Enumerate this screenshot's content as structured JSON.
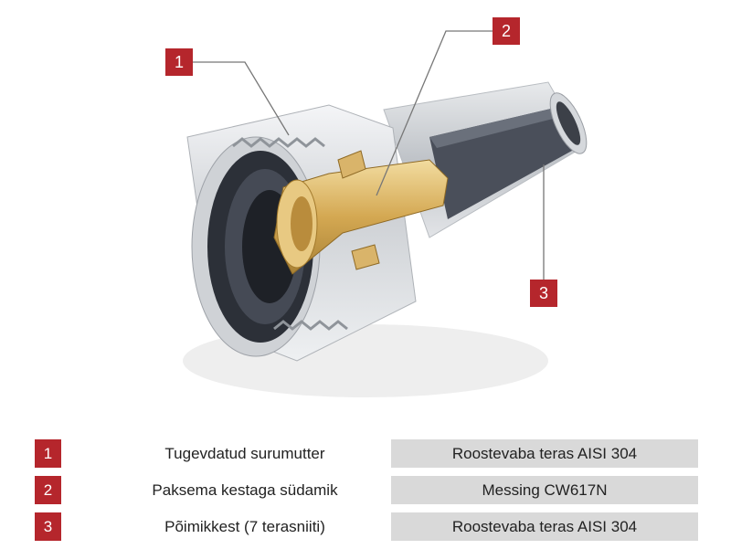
{
  "callouts": [
    {
      "number": "1"
    },
    {
      "number": "2"
    },
    {
      "number": "3"
    }
  ],
  "parts": [
    {
      "number": "1",
      "name": "Tugevdatud surumutter",
      "material": "Roostevaba teras AISI 304"
    },
    {
      "number": "2",
      "name": "Paksema kestaga südamik",
      "material": "Messing CW617N"
    },
    {
      "number": "3",
      "name": "Põimikkest (7 terasniiti)",
      "material": "Roostevaba teras AISI 304"
    }
  ],
  "colors": {
    "accent": "#b5262c",
    "material_cell": "#d9d9d9",
    "brass": "#d9b46a",
    "steel": "#d8dadd",
    "dark_seal": "#2c3038"
  }
}
